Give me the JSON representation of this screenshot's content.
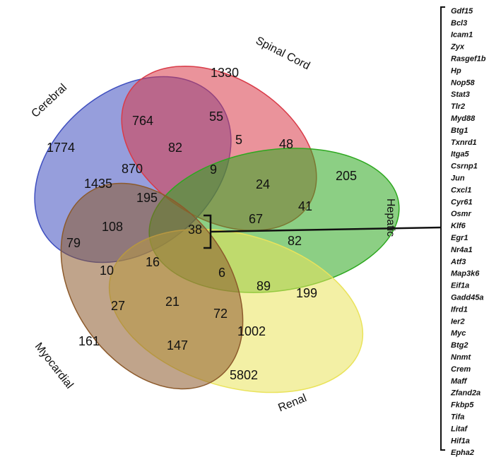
{
  "sets": [
    {
      "key": "cerebral",
      "label": "Cerebral",
      "color": "#3f4fbf"
    },
    {
      "key": "spinal_cord",
      "label": "Spinal Cord",
      "color": "#d93b48"
    },
    {
      "key": "hepatic",
      "label": "Hepatic",
      "color": "#2da81f"
    },
    {
      "key": "renal",
      "label": "Renal",
      "color": "#eae35b"
    },
    {
      "key": "myocardial",
      "label": "Myocardial",
      "color": "#8c5a2b"
    }
  ],
  "region_counts": {
    "n1330": "1330",
    "n1774": "1774",
    "n764": "764",
    "n55": "55",
    "n5": "5",
    "n48": "48",
    "n82a": "82",
    "n870": "870",
    "n9": "9",
    "n205": "205",
    "n1435": "1435",
    "n195": "195",
    "n24": "24",
    "n41": "41",
    "n67": "67",
    "n108": "108",
    "n38": "38",
    "n82b": "82",
    "n79": "79",
    "n10": "10",
    "n16": "16",
    "n6": "6",
    "n89": "89",
    "n199": "199",
    "n27": "27",
    "n21": "21",
    "n72": "72",
    "n161": "161",
    "n147": "147",
    "n1002": "1002",
    "n5802": "5802"
  },
  "genes": [
    "Gdf15",
    "Bcl3",
    "Icam1",
    "Zyx",
    "Rasgef1b",
    "Hp",
    "Nop58",
    "Stat3",
    "Tlr2",
    "Myd88",
    "Btg1",
    "Txnrd1",
    "Itga5",
    "Csrnp1",
    "Jun",
    "Cxcl1",
    "Cyr61",
    "Osmr",
    "Klf6",
    "Egr1",
    "Nr4a1",
    "Atf3",
    "Map3k6",
    "Eif1a",
    "Gadd45a",
    "Ifrd1",
    "Ier2",
    "Myc",
    "Btg2",
    "Nnmt",
    "Crem",
    "Maff",
    "Zfand2a",
    "Fkbp5",
    "Tifa",
    "Litaf",
    "Hif1a",
    "Epha2"
  ]
}
